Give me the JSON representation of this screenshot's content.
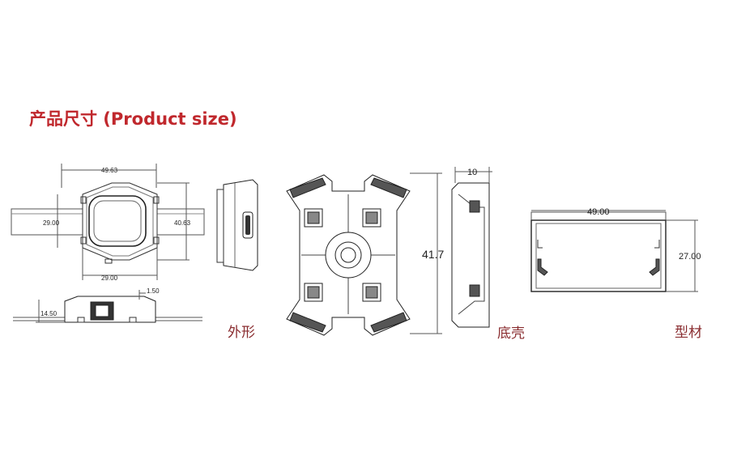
{
  "title": "产品尺寸 (Product size)",
  "captions": {
    "appearance": "外形",
    "base_shell": "底壳",
    "profile": "型材"
  },
  "dimensions": {
    "front_width_top": "49.63",
    "front_height_left": "29.00",
    "front_height_right": "40.63",
    "front_width_bottom": "29.00",
    "side_thickness": "1.50",
    "side_height": "14.50",
    "base_height": "41.7",
    "base_depth": "10",
    "profile_width": "49.00",
    "profile_height": "27.00"
  },
  "colors": {
    "title": "#c0282d",
    "caption": "#8a2d30",
    "line": "#333333"
  }
}
